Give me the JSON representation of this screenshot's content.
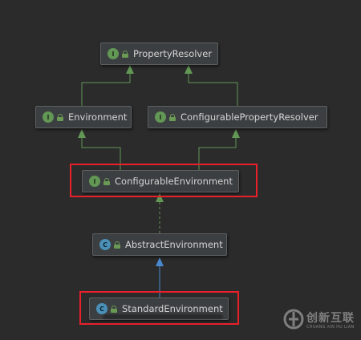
{
  "diagram": {
    "nodes": [
      {
        "id": "property-resolver",
        "name": "PropertyResolver",
        "kind": "interface",
        "badge": "I"
      },
      {
        "id": "environment",
        "name": "Environment",
        "kind": "interface",
        "badge": "I"
      },
      {
        "id": "configurable-property-resolver",
        "name": "ConfigurablePropertyResolver",
        "kind": "interface",
        "badge": "I"
      },
      {
        "id": "configurable-environment",
        "name": "ConfigurableEnvironment",
        "kind": "interface",
        "badge": "I",
        "highlighted": true
      },
      {
        "id": "abstract-environment",
        "name": "AbstractEnvironment",
        "kind": "class",
        "badge": "C"
      },
      {
        "id": "standard-environment",
        "name": "StandardEnvironment",
        "kind": "class",
        "badge": "C",
        "highlighted": true
      }
    ],
    "edges": [
      {
        "from": "environment",
        "to": "property-resolver",
        "type": "extends"
      },
      {
        "from": "configurable-property-resolver",
        "to": "property-resolver",
        "type": "extends"
      },
      {
        "from": "configurable-environment",
        "to": "environment",
        "type": "extends"
      },
      {
        "from": "configurable-environment",
        "to": "configurable-property-resolver",
        "type": "extends"
      },
      {
        "from": "abstract-environment",
        "to": "configurable-environment",
        "type": "implements"
      },
      {
        "from": "standard-environment",
        "to": "abstract-environment",
        "type": "extends-class"
      }
    ],
    "colors": {
      "background": "#2b2b2b",
      "interface_badge": "#629755",
      "class_badge": "#4a90b8",
      "extends_edge": "#629755",
      "class_extends_edge": "#4a88d0",
      "highlight": "#e8202a"
    }
  },
  "watermark": {
    "logo_text": "创新互联",
    "sub_text": "CHUANG XIN HU LIAN"
  }
}
